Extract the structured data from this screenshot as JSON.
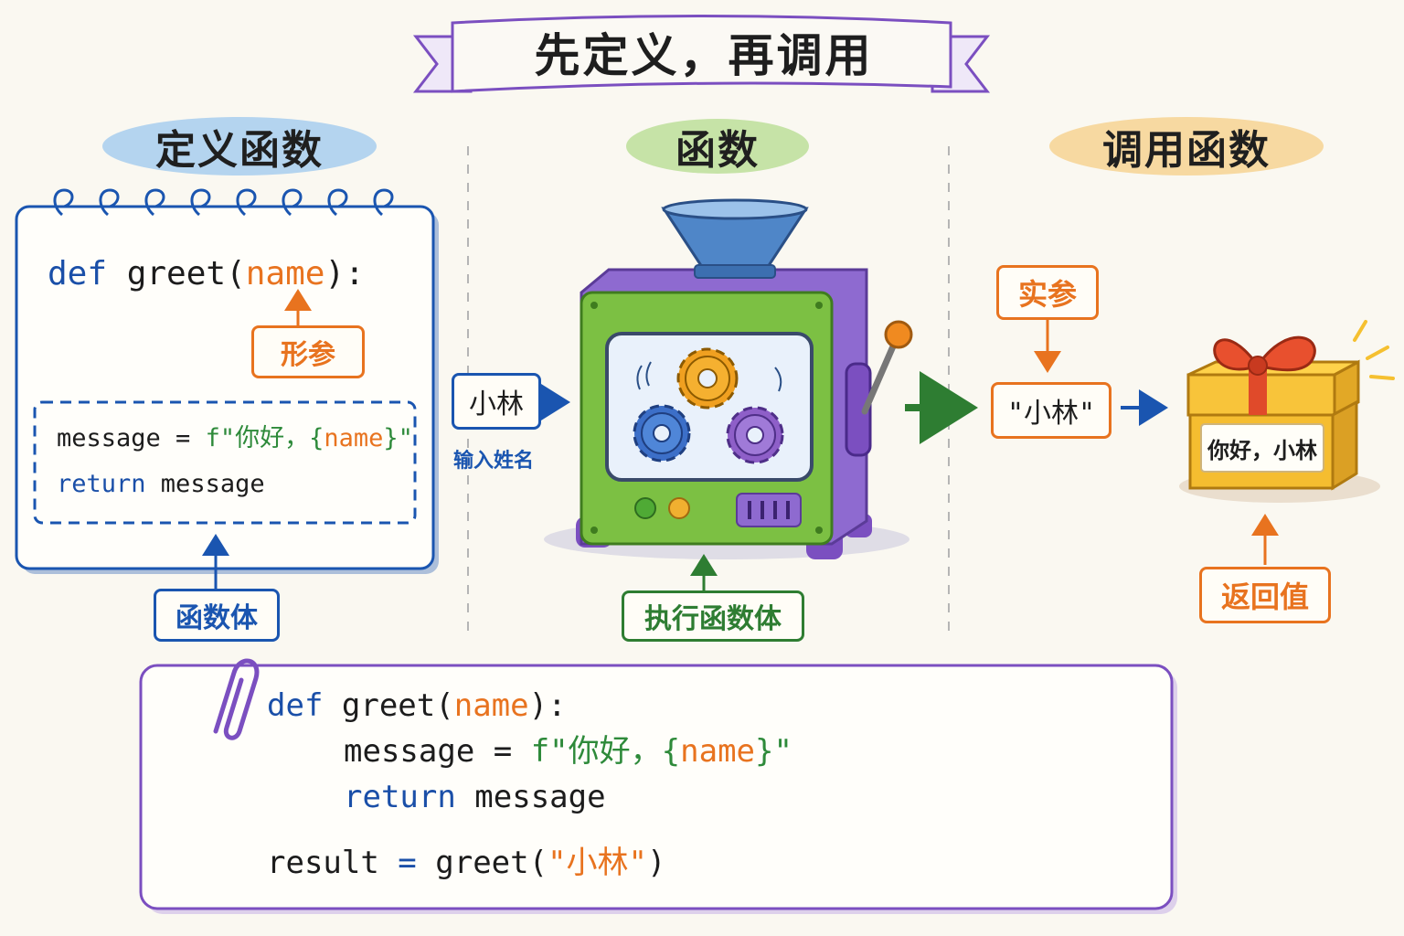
{
  "banner": {
    "title": "先定义，再调用"
  },
  "sections": {
    "define_heading": "定义函数",
    "function_heading": "函数",
    "call_heading": "调用函数"
  },
  "define_panel": {
    "signature": {
      "kw": "def",
      "name": " greet(",
      "param": "name",
      "tail": "):"
    },
    "param_label": "形参",
    "body_line1": {
      "text": "message = ",
      "prefix": "f\"你好，",
      "brace_open": "{",
      "param": "name",
      "brace_close": "}",
      "quote": "\""
    },
    "body_line2": {
      "kw": "return",
      "text": " message"
    },
    "body_label": "函数体"
  },
  "machine": {
    "input_value": "小林",
    "input_caption": "输入姓名",
    "execute_label": "执行函数体"
  },
  "call_panel": {
    "arg_label": "实参",
    "arg_value": "\"小林\"",
    "gift_text": "你好，小林",
    "return_label": "返回值"
  },
  "code_card": {
    "line1": {
      "kw": "def",
      "name": " greet(",
      "param": "name",
      "tail": "):"
    },
    "line2": {
      "text": "message = ",
      "prefix": "f\"你好，",
      "brace_open": "{",
      "param": "name",
      "brace_close": "}",
      "quote": "\""
    },
    "line3": {
      "kw": "return",
      "text": " message"
    },
    "line4": {
      "text": "result ",
      "op": "=",
      "call": " greet(",
      "arg": "\"小林\"",
      "close": ")"
    }
  },
  "colors": {
    "blue": "#1a55b0",
    "orange": "#e8731f",
    "green": "#2e7d32",
    "purple": "#7b4fc0",
    "machine_green": "#7cc043",
    "gift_yellow": "#f5c030"
  },
  "icons": [
    "banner-ribbon",
    "spiral-notebook",
    "funnel-hopper",
    "gear-icon",
    "lever-icon",
    "gift-box-icon",
    "paperclip-icon",
    "arrow-icon"
  ]
}
